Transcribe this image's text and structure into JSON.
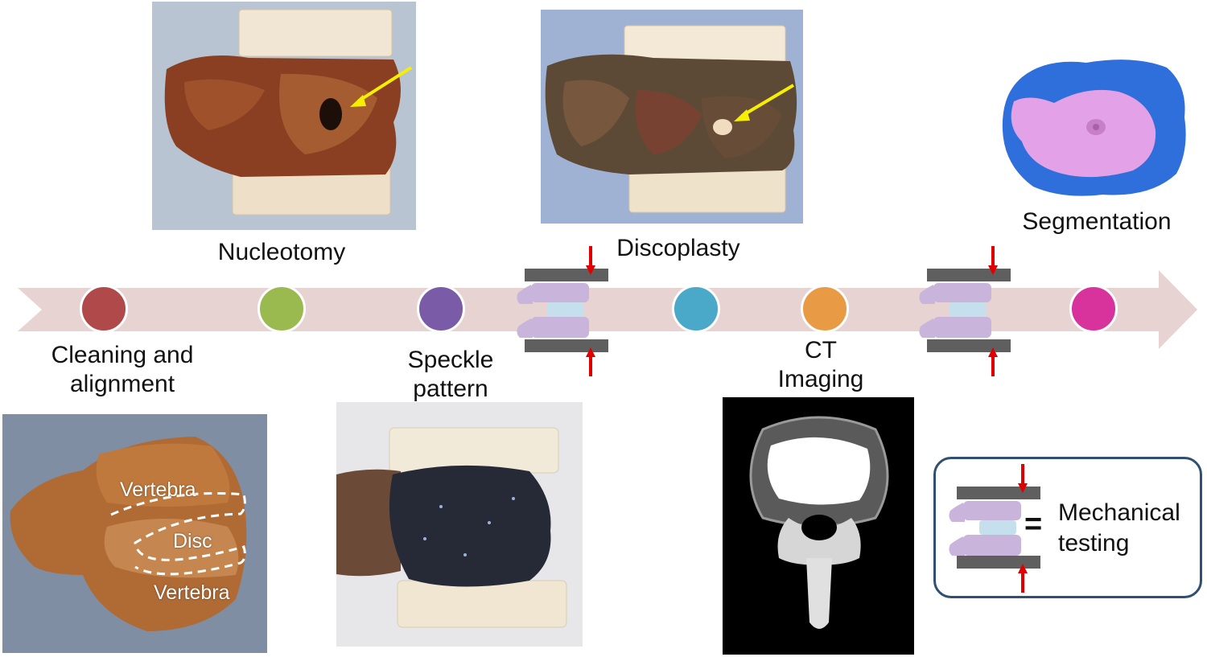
{
  "steps": {
    "cleaning": "Cleaning and",
    "cleaning_line2": "alignment",
    "nucleotomy": "Nucleotomy",
    "speckle": "Speckle",
    "speckle_line2": "pattern",
    "discoplasty": "Discoplasty",
    "ct": "CT",
    "ct_line2": "Imaging",
    "segmentation": "Segmentation"
  },
  "photo_labels": {
    "vertebra_top": "Vertebra",
    "disc": "Disc",
    "vertebra_bottom": "Vertebra"
  },
  "legend": {
    "equals": "=",
    "line1": "Mechanical",
    "line2": "testing"
  },
  "colors": {
    "arrow": "#e8d3d3",
    "node_cleaning": "#b04a4a",
    "node_nucleotomy": "#9aba4f",
    "node_speckle": "#7a5ba8",
    "node_discoplasty": "#4aa8c8",
    "node_ct": "#e89a44",
    "node_segmentation": "#d8329c",
    "vertebra": "#c9b5dc",
    "disc_ring": "#c5e0ec",
    "platen": "#5f5f5f",
    "force": "#e00000",
    "legend_border": "#2f4f73"
  },
  "icons": [
    "timeline-arrow",
    "mechanical-test-icon",
    "yellow-arrow-icon"
  ]
}
